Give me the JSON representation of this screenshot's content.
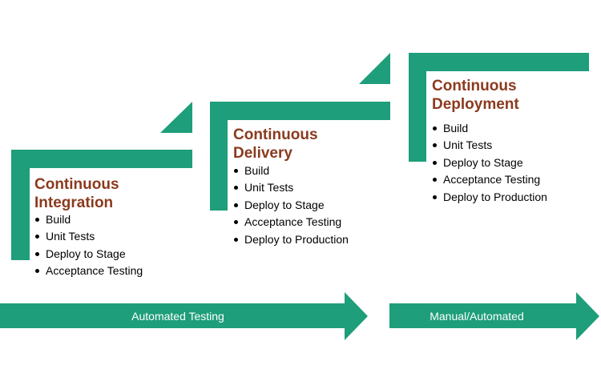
{
  "colors": {
    "green": "#1E9E7A",
    "title": "#8B3A1E",
    "text": "#000000",
    "arrow_text": "#FFFFFF"
  },
  "stages": [
    {
      "title_line1": "Continuous",
      "title_line2": "Integration",
      "steps": [
        "Build",
        "Unit Tests",
        "Deploy to Stage",
        "Acceptance Testing"
      ]
    },
    {
      "title_line1": "Continuous",
      "title_line2": "Delivery",
      "steps": [
        "Build",
        "Unit Tests",
        "Deploy to Stage",
        "Acceptance Testing",
        "Deploy to Production"
      ]
    },
    {
      "title_line1": "Continuous",
      "title_line2": "Deployment",
      "steps": [
        "Build",
        "Unit Tests",
        "Deploy to Stage",
        "Acceptance Testing",
        "Deploy to Production"
      ]
    }
  ],
  "arrows": [
    {
      "label": "Automated Testing"
    },
    {
      "label": "Manual/Automated"
    }
  ]
}
